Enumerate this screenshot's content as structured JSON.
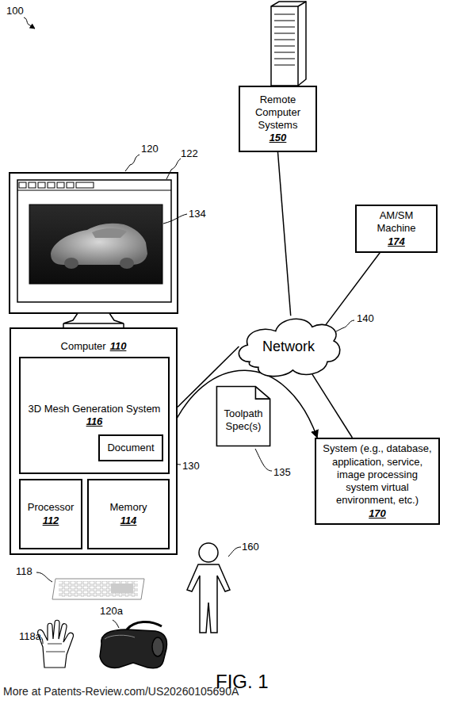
{
  "diagram": {
    "caption": "FIG. 1",
    "nodes": [
      {
        "text": [
          "Remote Computer Systems",
          "150"
        ]
      },
      {
        "text": [
          "AM/SM Machine",
          "174"
        ]
      },
      {
        "text": [
          "Network"
        ]
      },
      {
        "text": [
          "Computer",
          "110"
        ]
      },
      {
        "text": [
          "3D Mesh Generation System",
          "116"
        ],
        "in": 3
      },
      {
        "text": [
          "Document"
        ],
        "in": 4
      },
      {
        "text": [
          "Processor",
          "112"
        ],
        "in": 3
      },
      {
        "text": [
          "Memory",
          "114"
        ],
        "in": 3
      },
      {
        "text": [
          "Toolpath Spec(s)"
        ]
      },
      {
        "text": [
          "System (e.g., database, application, service, image processing system virtual environment, etc.)",
          "170"
        ]
      }
    ],
    "edges": [
      {
        "from": 0,
        "to": 2,
        "arrow": "none"
      },
      {
        "from": 1,
        "to": 2,
        "arrow": "none"
      },
      {
        "from": 3,
        "to": 2,
        "arrow": "none"
      },
      {
        "from": 2,
        "to": 9,
        "arrow": "none"
      },
      {
        "from": 4,
        "to": 9,
        "arrow": "to"
      }
    ],
    "labels": [
      "100",
      "120",
      "122",
      "134",
      "130",
      "135",
      "140",
      "160",
      "118",
      "118a",
      "120a",
      "More at Patents-Review.com/US20260105690A"
    ]
  }
}
